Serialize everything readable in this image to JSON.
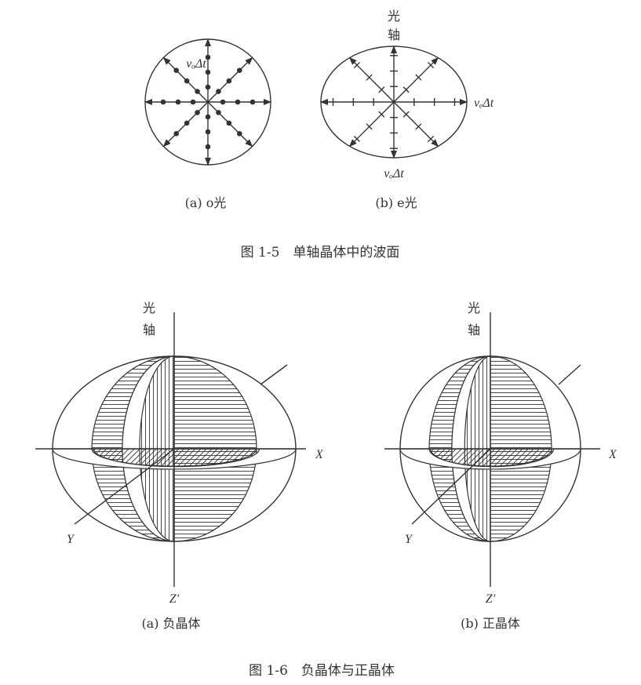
{
  "figure_1_5": {
    "caption": "图 1-5　单轴晶体中的波面",
    "a": {
      "label": "(a) o光",
      "velocity": "vₒΔt"
    },
    "b": {
      "label": "(b) e光",
      "axis_label_1": "光",
      "axis_label_2": "轴",
      "velocity_e": "vₑΔt",
      "velocity_o": "vₒΔt"
    }
  },
  "figure_1_6": {
    "caption": "图 1-6　负晶体与正晶体",
    "a": {
      "label": "(a) 负晶体",
      "axis_label_1": "光",
      "axis_label_2": "轴",
      "x": "X",
      "y": "Y",
      "z": "Z′"
    },
    "b": {
      "label": "(b) 正晶体",
      "axis_label_1": "光",
      "axis_label_2": "轴",
      "x": "X",
      "y": "Y",
      "z": "Z′"
    }
  },
  "colors": {
    "ink": "#333333",
    "background": "#ffffff"
  }
}
